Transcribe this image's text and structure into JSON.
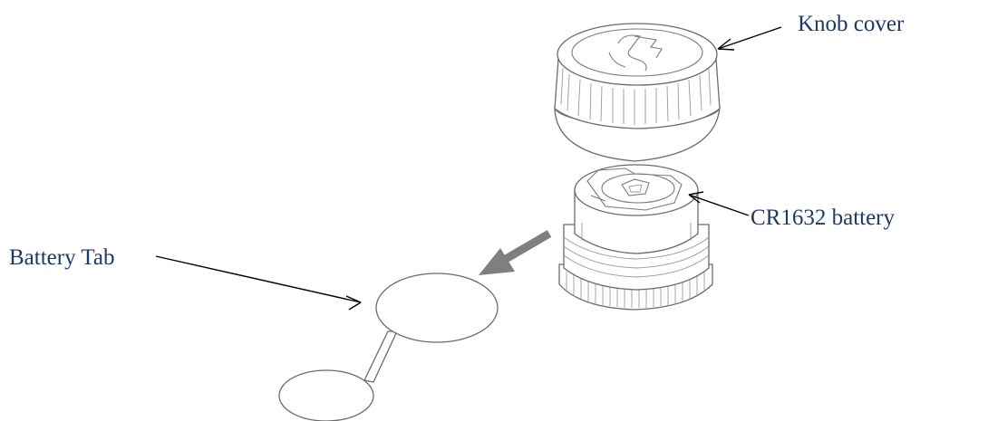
{
  "labels": {
    "knob_cover": "Knob cover",
    "battery": "CR1632 battery",
    "battery_tab": "Battery Tab"
  },
  "colors": {
    "label_text": "#1f3864",
    "outline": "#6b6b6b",
    "removal_arrow": "#7f7f7f"
  }
}
